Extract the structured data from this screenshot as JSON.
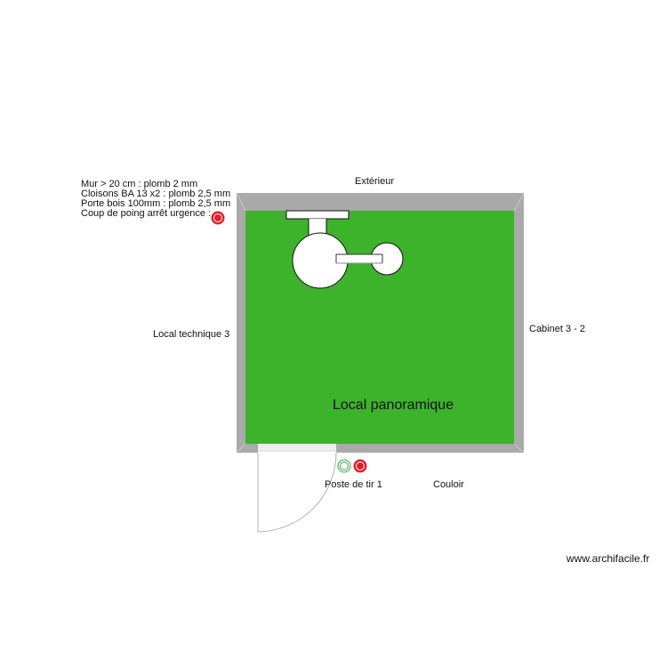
{
  "legend": {
    "lines": [
      "Mur > 20 cm : plomb 2 mm",
      "Cloisons BA 13 x2 : plomb 2,5 mm",
      "Porte bois 100mm : plomb 2,5 mm",
      "Coup de poing arrêt urgence :"
    ],
    "emergency_icon": "red-emergency-stop-button"
  },
  "labels": {
    "top": "Extérieur",
    "left": "Local technique 3",
    "right": "Cabinet 3 - 2",
    "room": "Local panoramique",
    "station": "Poste de tir 1",
    "corridor": "Couloir"
  },
  "credit": "www.archifacile.fr",
  "colors": {
    "wall": "#aaaaaa",
    "floor": "#3db22b",
    "emergency_red": "#e0202a",
    "station_green": "#2fa83a",
    "door_line": "#b0b0b0"
  },
  "symbols": {
    "station_icons": [
      "green-ring-icon",
      "red-emergency-stop-icon"
    ],
    "fixture": "sink-and-basin-fixture",
    "door": "swing-door"
  }
}
